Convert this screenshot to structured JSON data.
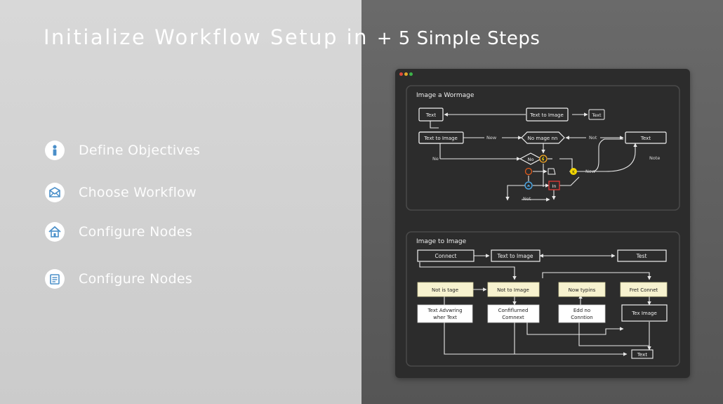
{
  "header": {
    "title": "Initialize Workflow Setup in",
    "title_rest": "+ 5 Simple Steps"
  },
  "steps": [
    {
      "label": "Define Objectives",
      "icon": "person-icon"
    },
    {
      "label": "Choose Workflow",
      "icon": "envelope-icon"
    },
    {
      "label": "Configure Nodes",
      "icon": "home-icon"
    },
    {
      "label": "Configure Nodes",
      "icon": "document-icon"
    }
  ],
  "window": {
    "panel1": {
      "title": "Image a Wormage",
      "nodes": {
        "text_top": "Text",
        "text_to_image_top": "Text to Image",
        "text_tag": "Text",
        "text_to_image_left": "Text to Image",
        "no_mage": "No mage nn",
        "text_right": "Text",
        "no_diamond": "No"
      },
      "labels": {
        "new": "New",
        "not_mid": "Not",
        "ne": "Ne",
        "note": "Note",
        "now": "Now",
        "not_bottom": "Not",
        "in_box": "In"
      }
    },
    "panel2": {
      "title": "Image to Image",
      "nodes": {
        "connect": "Connect",
        "text_to_image": "Text to Image",
        "test": "Test",
        "not_is_tage": "Not is tage",
        "not_to_image": "Not to Image",
        "now_typins": "Now typins",
        "fret_connet": "Fret Connet",
        "text_adv_1": "Text Advwring",
        "text_adv_2": "wher Text",
        "confi_1": "Confiflurned",
        "confi_2": "Comnext",
        "edd_1": "Edd no",
        "edd_2": "Conntion",
        "tex_image": "Tex Image",
        "text_bottom": "Text"
      }
    }
  },
  "colors": {
    "window_bg": "#2c2c2c",
    "node_yellow": "#f7f2cf",
    "accent_red": "#e53935",
    "accent_orange": "#f5a623",
    "accent_yellow": "#f5d800",
    "accent_blue": "#4aa3df"
  }
}
